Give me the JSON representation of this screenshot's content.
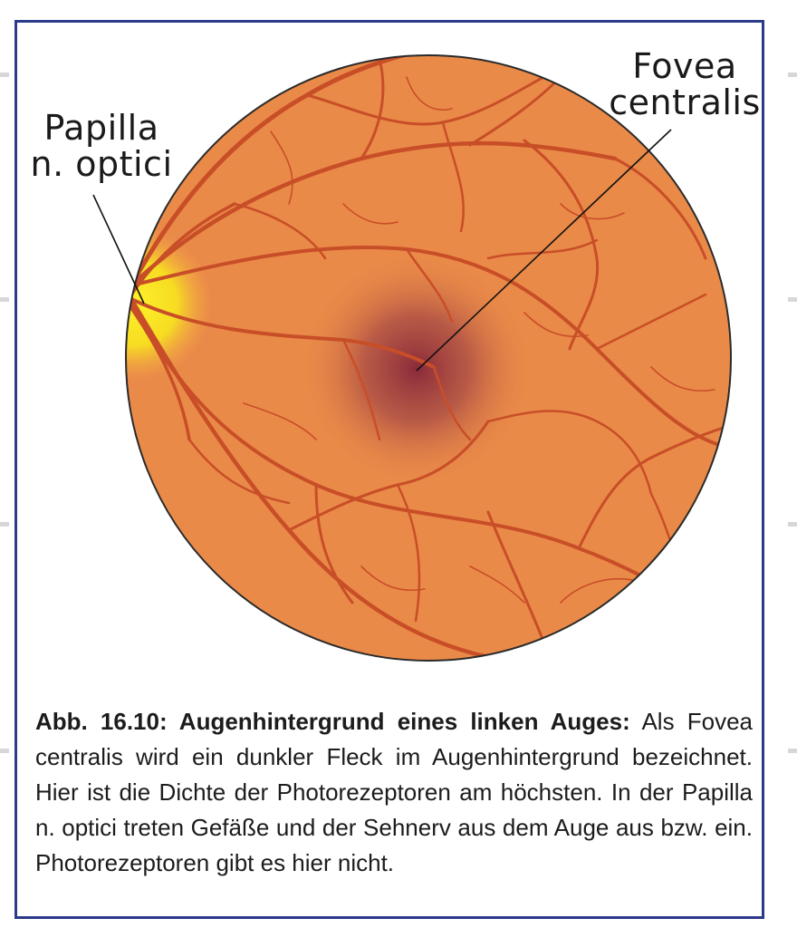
{
  "figure": {
    "labels": {
      "papilla": [
        "Papilla",
        "n. optici"
      ],
      "fovea": [
        "Fovea",
        "centralis"
      ]
    },
    "caption": {
      "title": "Abb. 16.10: Augenhintergrund eines linken Auges:",
      "text": "Als Fovea centralis wird ein dunkler Fleck im Augenhintergrund bezeichnet. Hier ist die Dichte der Photorezeptoren am höchsten. In der Papilla n. optici treten Gefäße und der Sehnerv aus dem Auge aus bzw. ein. Photorezeptoren gibt es hier nicht."
    },
    "colors": {
      "fundus": "#ea8a48",
      "vessel": "#c84e28",
      "papilla": "#f6e61e",
      "fovea": "#8a2a3a",
      "frame": "#2c3a8a"
    }
  }
}
